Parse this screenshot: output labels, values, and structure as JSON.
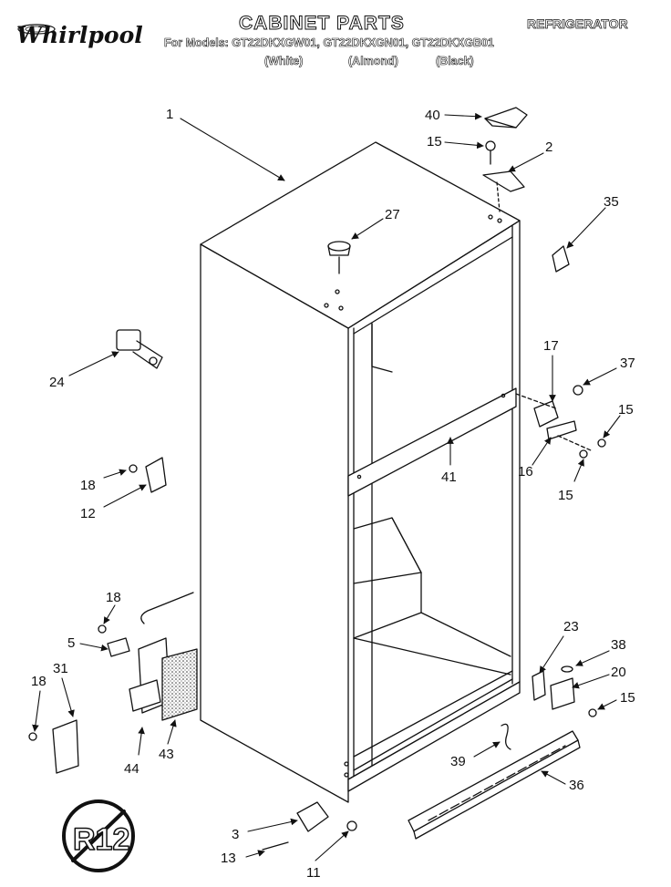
{
  "header": {
    "brand": "Whirlpool",
    "title": "CABINET PARTS",
    "category": "REFRIGERATOR",
    "models_line": "For Models: GT22DKXGW01, GT22DKXGN01, GT22DKXGB01",
    "variants": [
      "(White)",
      "(Almond)",
      "(Black)"
    ]
  },
  "callouts": [
    "1",
    "40",
    "15",
    "2",
    "27",
    "35",
    "24",
    "17",
    "37",
    "15",
    "16",
    "15",
    "41",
    "18",
    "12",
    "18",
    "5",
    "31",
    "18",
    "44",
    "43",
    "23",
    "38",
    "20",
    "15",
    "39",
    "36",
    "3",
    "13",
    "11"
  ],
  "badge": "R12"
}
